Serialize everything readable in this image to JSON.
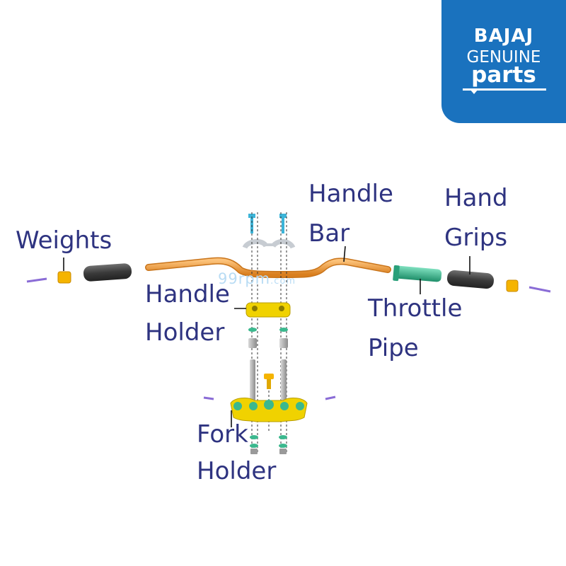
{
  "logo": {
    "brand": "BAJAJ",
    "line1": "GENUINE",
    "line2": "parts",
    "color": "#1a72be"
  },
  "watermark": {
    "main": "99rpm",
    "suffix": ".com"
  },
  "labels": {
    "weights": "Weights",
    "handle_bar_1": "Handle",
    "handle_bar_2": "Bar",
    "hand_grips_1": "Hand",
    "hand_grips_2": "Grips",
    "handle_holder_1": "Handle",
    "handle_holder_2": "Holder",
    "throttle_pipe_1": "Throttle",
    "throttle_pipe_2": "Pipe",
    "fork_holder_1": "Fork",
    "fork_holder_2": "Holder"
  },
  "colors": {
    "label_text": "#2e3380",
    "handle_bar": "#f2a13d",
    "weights": "#f5b400",
    "grips": "#3e3e3e",
    "throttle_pipe": "#3bb88e",
    "holders": "#f0d200",
    "bolts": "#9a9a9a",
    "screws": "#8a6cd6"
  }
}
